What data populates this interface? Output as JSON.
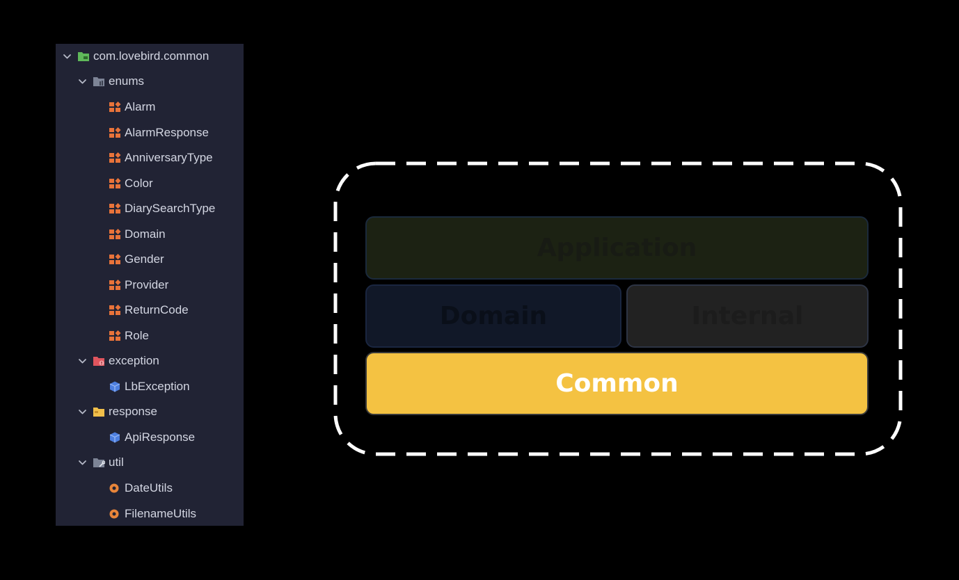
{
  "tree": {
    "root": {
      "label": "com.lovebird.common",
      "icon": "package-folder-icon"
    },
    "enums": {
      "label": "enums",
      "icon": "folder-icon",
      "items": [
        "Alarm",
        "AlarmResponse",
        "AnniversaryType",
        "Color",
        "DiarySearchType",
        "Domain",
        "Gender",
        "Provider",
        "ReturnCode",
        "Role"
      ],
      "item_icon": "enum-class-icon"
    },
    "exception": {
      "label": "exception",
      "icon": "exception-folder-icon",
      "items": [
        "LbException"
      ],
      "item_icon": "class-icon"
    },
    "response": {
      "label": "response",
      "icon": "response-folder-icon",
      "items": [
        "ApiResponse"
      ],
      "item_icon": "class-icon"
    },
    "util": {
      "label": "util",
      "icon": "util-folder-icon",
      "items": [
        "DateUtils",
        "FilenameUtils"
      ],
      "item_icon": "object-icon"
    }
  },
  "diagram": {
    "layers": {
      "application": "Application",
      "domain": "Domain",
      "internal": "Internal",
      "common": "Common"
    },
    "colors": {
      "common_fill": "#f4c242",
      "application_fill": "#1c2213",
      "domain_fill": "#111828",
      "internal_fill": "#222222",
      "frame_stroke": "#ffffff"
    }
  },
  "colors": {
    "panel_bg": "#212334",
    "text": "#d3d6e2",
    "enum_icon": "#e8733a",
    "class_icon": "#4d7fe0",
    "object_icon": "#e8853a"
  }
}
